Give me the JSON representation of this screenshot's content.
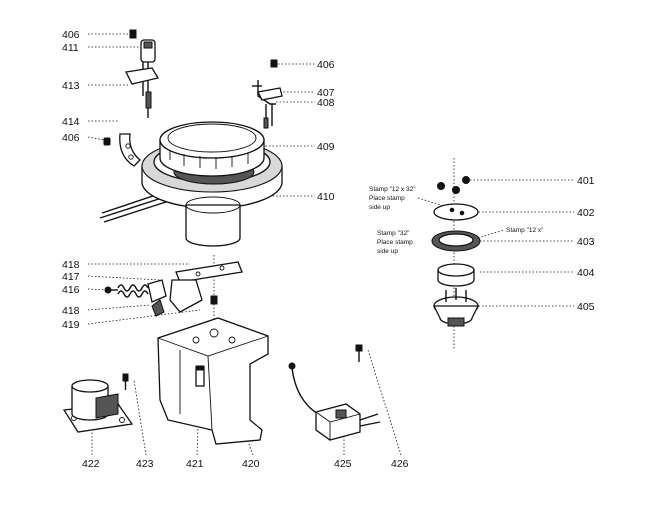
{
  "parts": {
    "p406a": "406",
    "p411": "411",
    "p413": "413",
    "p414": "414",
    "p406b": "406",
    "p406c": "406",
    "p407": "407",
    "p408": "408",
    "p409": "409",
    "p410": "410",
    "p418a": "418",
    "p417": "417",
    "p416": "416",
    "p418b": "418",
    "p419": "419",
    "p401": "401",
    "p402": "402",
    "p403": "403",
    "p404": "404",
    "p405": "405",
    "p422": "422",
    "p423": "423",
    "p421": "421",
    "p420": "420",
    "p425": "425",
    "p426": "426"
  },
  "notes": {
    "stamp_12_32_l1": "Stamp \"12 x 32\"",
    "stamp_12_32_l2": "Place stamp",
    "stamp_12_32_l3": "side up",
    "stamp_32_l1": "Stamp \"32\"",
    "stamp_32_l2": "Place stamp",
    "stamp_32_l3": "side up",
    "stamp_12x": "Stamp \"12 x\""
  }
}
